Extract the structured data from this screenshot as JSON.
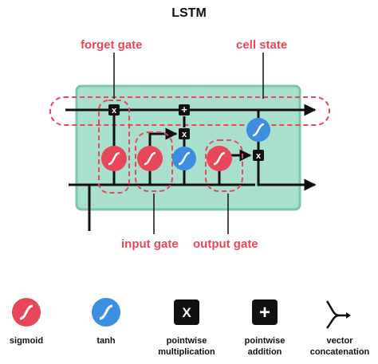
{
  "title": "LSTM",
  "callouts": {
    "forget_gate": "forget gate",
    "cell_state": "cell state",
    "input_gate": "input gate",
    "output_gate": "output gate"
  },
  "operators": {
    "multiply_symbol": "x",
    "add_symbol": "+"
  },
  "legend": {
    "sigmoid": "sigmoid",
    "tanh": "tanh",
    "multiply_line1": "pointwise",
    "multiply_line2": "multiplication",
    "add_line1": "pointwise",
    "add_line2": "addition",
    "concat_line1": "vector",
    "concat_line2": "concatenation",
    "multiply_symbol": "X",
    "add_symbol": "+"
  },
  "colors": {
    "sigmoid": "#e8475a",
    "tanh": "#3b8ee0",
    "cell_body": "#a8e0cd",
    "cell_border": "#7cc6ad",
    "callout": "#e8475a",
    "line": "#111111"
  },
  "icons": {
    "sigmoid": "sigmoid-curve-icon",
    "tanh": "tanh-curve-icon",
    "multiply": "multiply-icon",
    "add": "plus-icon",
    "concat": "vector-concatenation-icon"
  }
}
